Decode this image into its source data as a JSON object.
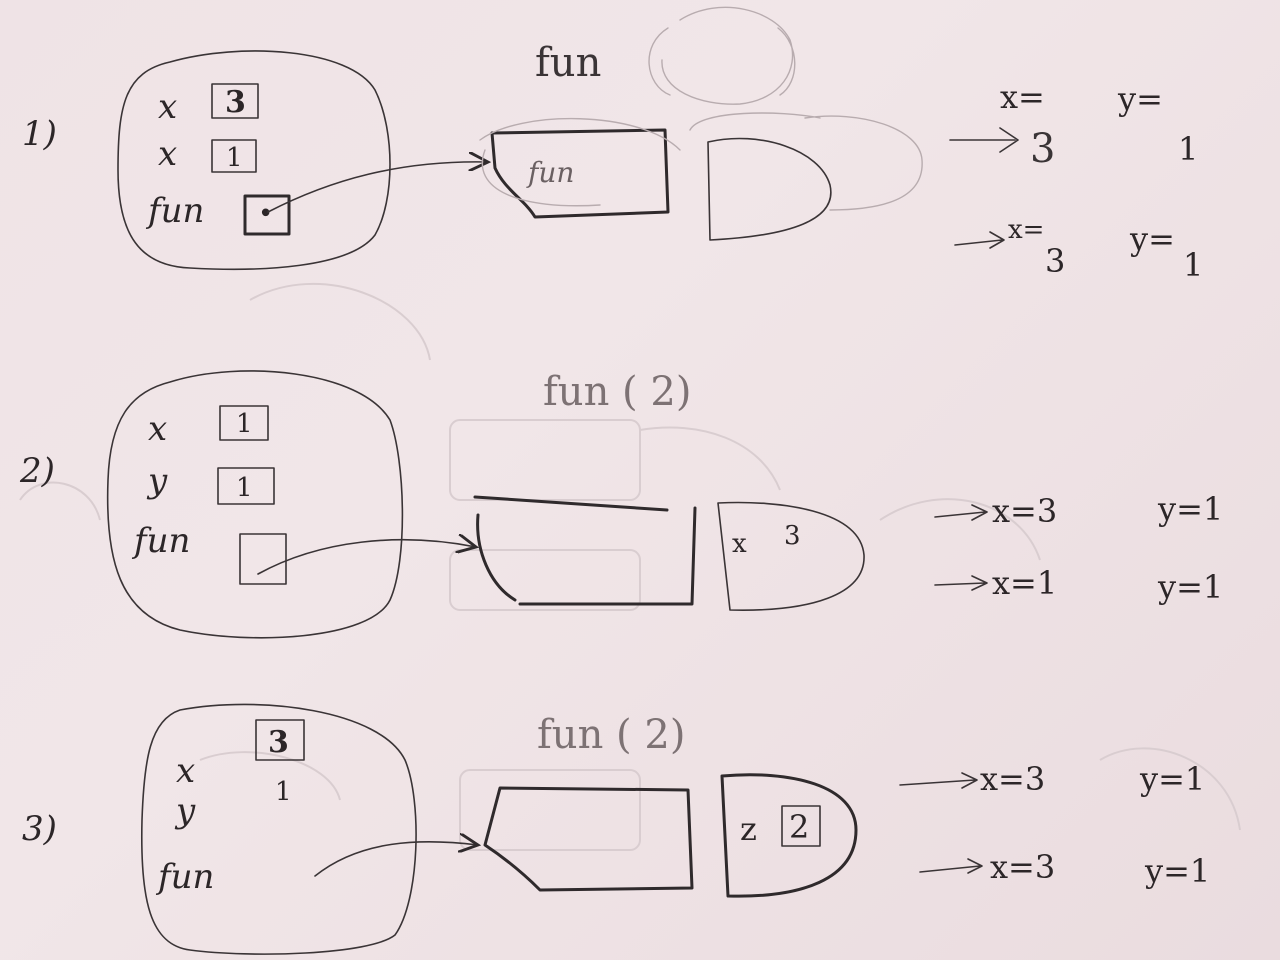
{
  "diagrams": [
    {
      "step_label": "1)",
      "call": "fun",
      "env": [
        {
          "name": "x",
          "value": "3"
        },
        {
          "name": "x",
          "value": "1"
        },
        {
          "name": "fun",
          "value": "•"
        }
      ],
      "closure_label": "fun",
      "frame_value": "",
      "results": [
        {
          "x": "x=",
          "x_val": "3",
          "y": "y=",
          "y_val": "1"
        },
        {
          "x": "x=",
          "x_val": "3",
          "y": "y=",
          "y_val": "1"
        }
      ]
    },
    {
      "step_label": "2)",
      "call": "fun ( 2)",
      "env": [
        {
          "name": "x",
          "value": "1"
        },
        {
          "name": "y",
          "value": "1"
        },
        {
          "name": "fun",
          "value": ""
        }
      ],
      "closure_label": "",
      "frame_var": "x",
      "frame_value": "3",
      "results": [
        {
          "x": "x=3",
          "y": "y=1"
        },
        {
          "x": "x=1",
          "y": "y=1"
        }
      ]
    },
    {
      "step_label": "3)",
      "call": "fun ( 2)",
      "env": [
        {
          "name": "x",
          "value": "3"
        },
        {
          "name": "y",
          "value": "1"
        },
        {
          "name": "fun",
          "value": ""
        }
      ],
      "closure_label": "",
      "frame_var": "z",
      "frame_value": "2",
      "results": [
        {
          "x": "x=3",
          "y": "y=1"
        },
        {
          "x": "x=3",
          "y": "y=1"
        }
      ]
    }
  ]
}
